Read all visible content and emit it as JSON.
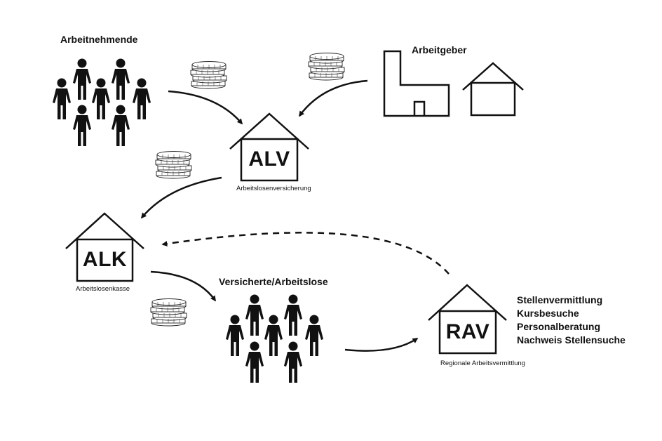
{
  "labels": {
    "employees": "Arbeitnehmende",
    "employers": "Arbeitgeber",
    "insured": "Versicherte/Arbeitslose"
  },
  "institutions": {
    "alv": {
      "abbr": "ALV",
      "name": "Arbeitslosenversicherung"
    },
    "alk": {
      "abbr": "ALK",
      "name": "Arbeitslosenkasse"
    },
    "rav": {
      "abbr": "RAV",
      "name": "Regionale Arbeitsvermittlung"
    }
  },
  "rav_services": [
    "Stellenvermittlung",
    "Kursbesuche",
    "Personalberatung",
    "Nachweis Stellensuche"
  ],
  "colors": {
    "ink": "#111111",
    "background": "#ffffff"
  }
}
